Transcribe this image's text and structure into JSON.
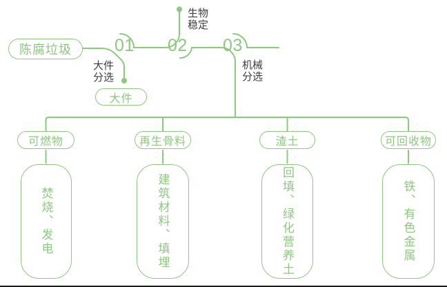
{
  "palette": {
    "green": "#8cc87d",
    "text_dark": "#3d3d3d",
    "background": "#ffffff"
  },
  "flowchart": {
    "source_label": "陈腐垃圾",
    "stages": [
      {
        "number": "01",
        "process_label": "大件分选",
        "branch_output": "大件"
      },
      {
        "number": "02",
        "process_label": "生物稳定"
      },
      {
        "number": "03",
        "process_label": "机械分选"
      }
    ],
    "outputs": [
      {
        "category": "可燃物",
        "use": "焚烧、发电"
      },
      {
        "category": "再生骨料",
        "use": "建筑材料、填埋"
      },
      {
        "category": "渣土",
        "use": "回填、绿化营养土"
      },
      {
        "category": "可回收物",
        "use": "铁、有色金属"
      }
    ]
  }
}
